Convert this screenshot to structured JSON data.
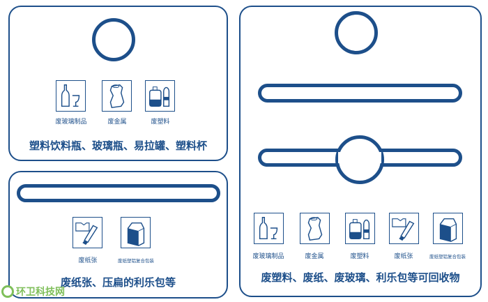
{
  "labels": {
    "glass": "废玻璃制品",
    "metal": "废金属",
    "plastic": "废塑料",
    "paper": "废纸张",
    "tetra": "废纸塑铝复合包装"
  },
  "panels": {
    "top_left": {
      "caption": "塑料饮料瓶、玻璃瓶、易拉罐、塑料杯"
    },
    "bottom_left": {
      "caption": "废纸张、压扁的利乐包等"
    },
    "right": {
      "caption": "废塑料、废纸、废玻璃、利乐包等可回收物"
    }
  },
  "watermark": "环卫科技网",
  "colors": {
    "primary": "#1d4f8a",
    "watermark": "#7fbf5a"
  }
}
